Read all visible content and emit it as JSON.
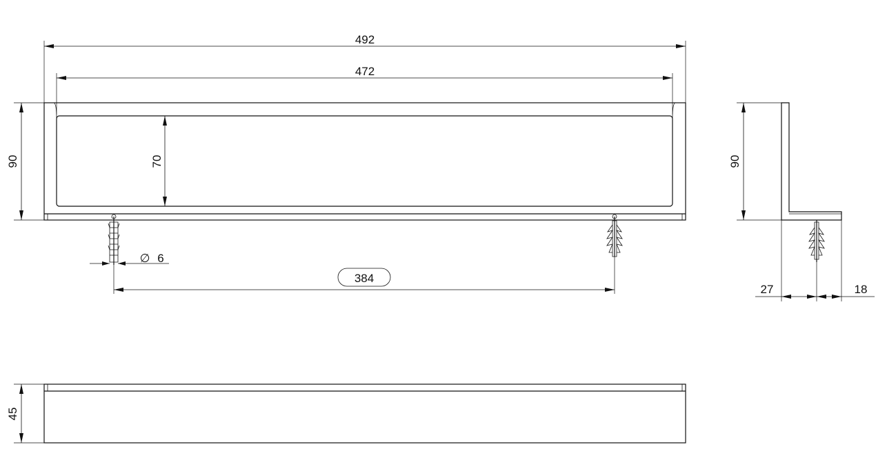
{
  "dimensions": {
    "overall_width": "492",
    "inner_width": "472",
    "front_height": "90",
    "inner_height": "70",
    "hole_diameter_symbol": "∅",
    "hole_diameter": "6",
    "hole_spacing": "384",
    "side_height": "90",
    "side_left_offset": "27",
    "side_right_offset": "18",
    "top_depth": "45"
  }
}
